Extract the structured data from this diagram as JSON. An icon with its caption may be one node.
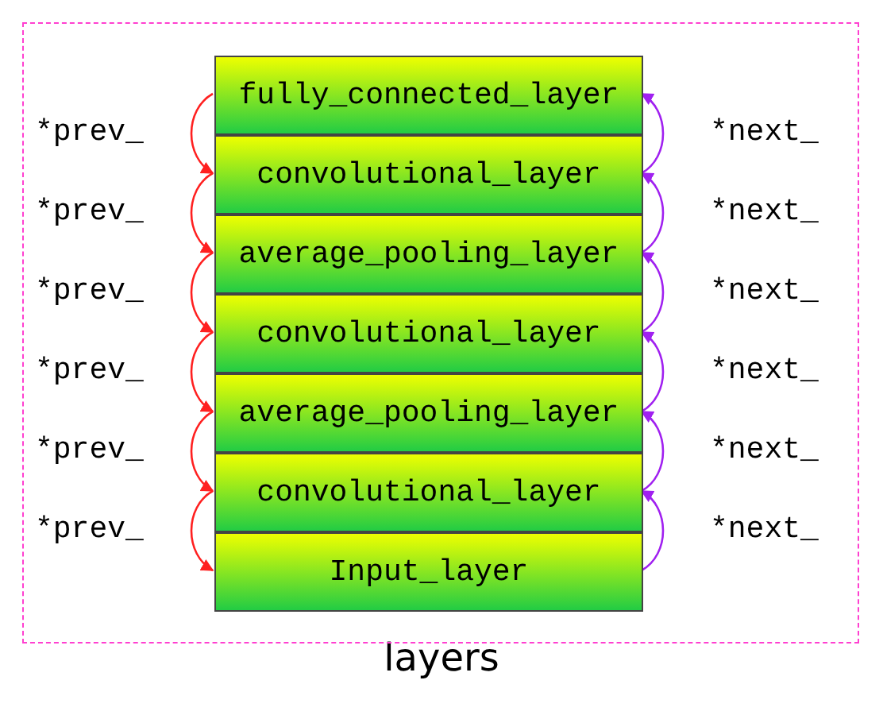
{
  "diagram": {
    "nodes": [
      {
        "text": [
          "layers"
        ]
      },
      {
        "text": [
          "fully_connected_layer"
        ],
        "in": 0
      },
      {
        "text": [
          "convolutional_layer"
        ],
        "in": 0
      },
      {
        "text": [
          "average_pooling_layer"
        ],
        "in": 0
      },
      {
        "text": [
          "convolutional_layer"
        ],
        "in": 0
      },
      {
        "text": [
          "average_pooling_layer"
        ],
        "in": 0
      },
      {
        "text": [
          "convolutional_layer"
        ],
        "in": 0
      },
      {
        "text": [
          "Input_layer"
        ],
        "in": 0
      }
    ],
    "edges": [
      {
        "from": 1,
        "to": 2,
        "arrow": "to",
        "color": "#ff2020"
      },
      {
        "from": 2,
        "to": 1,
        "arrow": "to",
        "color": "#a020f0"
      },
      {
        "from": 2,
        "to": 3,
        "arrow": "to",
        "color": "#ff2020"
      },
      {
        "from": 3,
        "to": 2,
        "arrow": "to",
        "color": "#a020f0"
      },
      {
        "from": 3,
        "to": 4,
        "arrow": "to",
        "color": "#ff2020"
      },
      {
        "from": 4,
        "to": 3,
        "arrow": "to",
        "color": "#a020f0"
      },
      {
        "from": 4,
        "to": 5,
        "arrow": "to",
        "color": "#ff2020"
      },
      {
        "from": 5,
        "to": 4,
        "arrow": "to",
        "color": "#a020f0"
      },
      {
        "from": 5,
        "to": 6,
        "arrow": "to",
        "color": "#ff2020"
      },
      {
        "from": 6,
        "to": 5,
        "arrow": "to",
        "color": "#a020f0"
      },
      {
        "from": 6,
        "to": 7,
        "arrow": "to",
        "color": "#ff2020"
      },
      {
        "from": 7,
        "to": 6,
        "arrow": "to",
        "color": "#a020f0"
      }
    ],
    "labels": [
      "*prev_",
      "*next_",
      "*prev_",
      "*next_",
      "*prev_",
      "*next_",
      "*prev_",
      "*next_",
      "*prev_",
      "*next_",
      "*prev_",
      "*next_"
    ]
  }
}
